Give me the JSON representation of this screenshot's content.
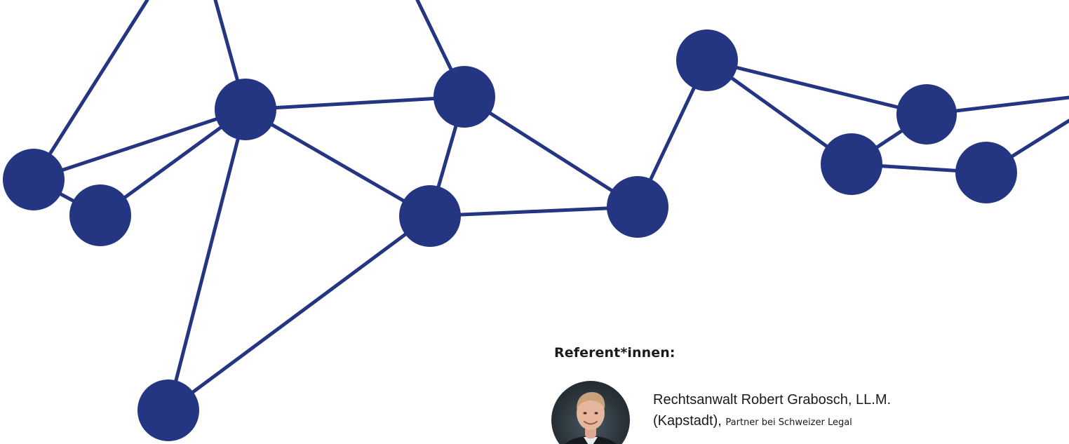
{
  "colors": {
    "network": "#243581",
    "text": "#1a1a1a",
    "background": "#ffffff"
  },
  "speakers": {
    "heading": "Referent*innen:",
    "items": [
      {
        "name_line1": "Rechtsanwalt Robert Grabosch, LL.M.",
        "name_line2": "(Kapstadt), ",
        "role": "Partner bei Schweizer Legal"
      }
    ]
  }
}
